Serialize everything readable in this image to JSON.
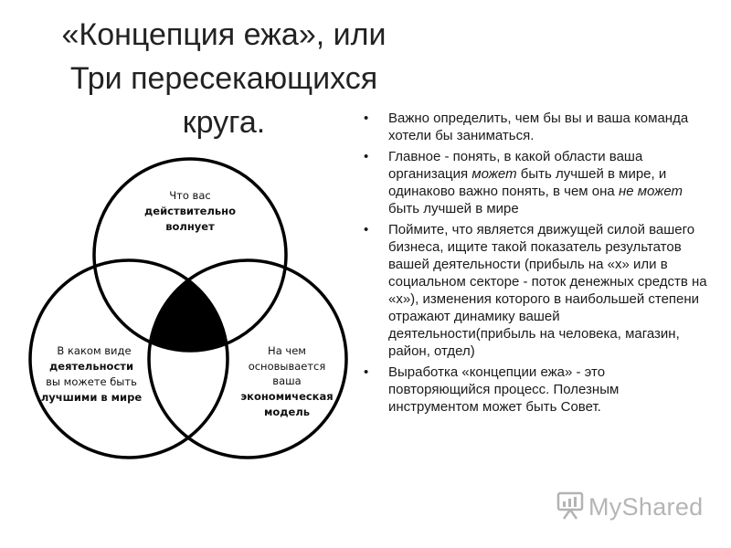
{
  "title": {
    "line1": "«Концепция ежа», или",
    "line2": "Три пересекающихся",
    "line3": "круга."
  },
  "diagram": {
    "top_circle": [
      "Что вас",
      "действительно",
      "волнует"
    ],
    "left_circle": [
      "В каком виде",
      "деятельности",
      "вы можете быть",
      "лучшими в мире"
    ],
    "right_circle": [
      "На чем",
      "основывается",
      "ваша",
      "экономическая",
      "модель"
    ],
    "center_fill_color": "#000000"
  },
  "bullets": [
    {
      "text": "Важно определить, чем бы вы и ваша команда хотели бы заниматься."
    },
    {
      "before": "Главное - понять, в какой области ваша организация ",
      "em1": "может",
      "mid": " быть лучшей в мире, и одинаково важно понять, в чем она ",
      "em2": "не может",
      "after": " быть лучшей в мире"
    },
    {
      "text": "Поймите, что является движущей силой вашего бизнеса, ищите такой показатель результатов вашей деятельности (прибыль на «х» или в социальном секторе - поток денежных средств на «х»), изменения которого в наибольшей степени отражают динамику вашей деятельности(прибыль на человека, магазин, район, отдел)"
    },
    {
      "text": "Выработка «концепции ежа» - это повторяющийся процесс. Полезным инструментом может быть Совет."
    }
  ],
  "watermark": {
    "text": "MyShared",
    "icon": "myshared-logo-icon"
  }
}
